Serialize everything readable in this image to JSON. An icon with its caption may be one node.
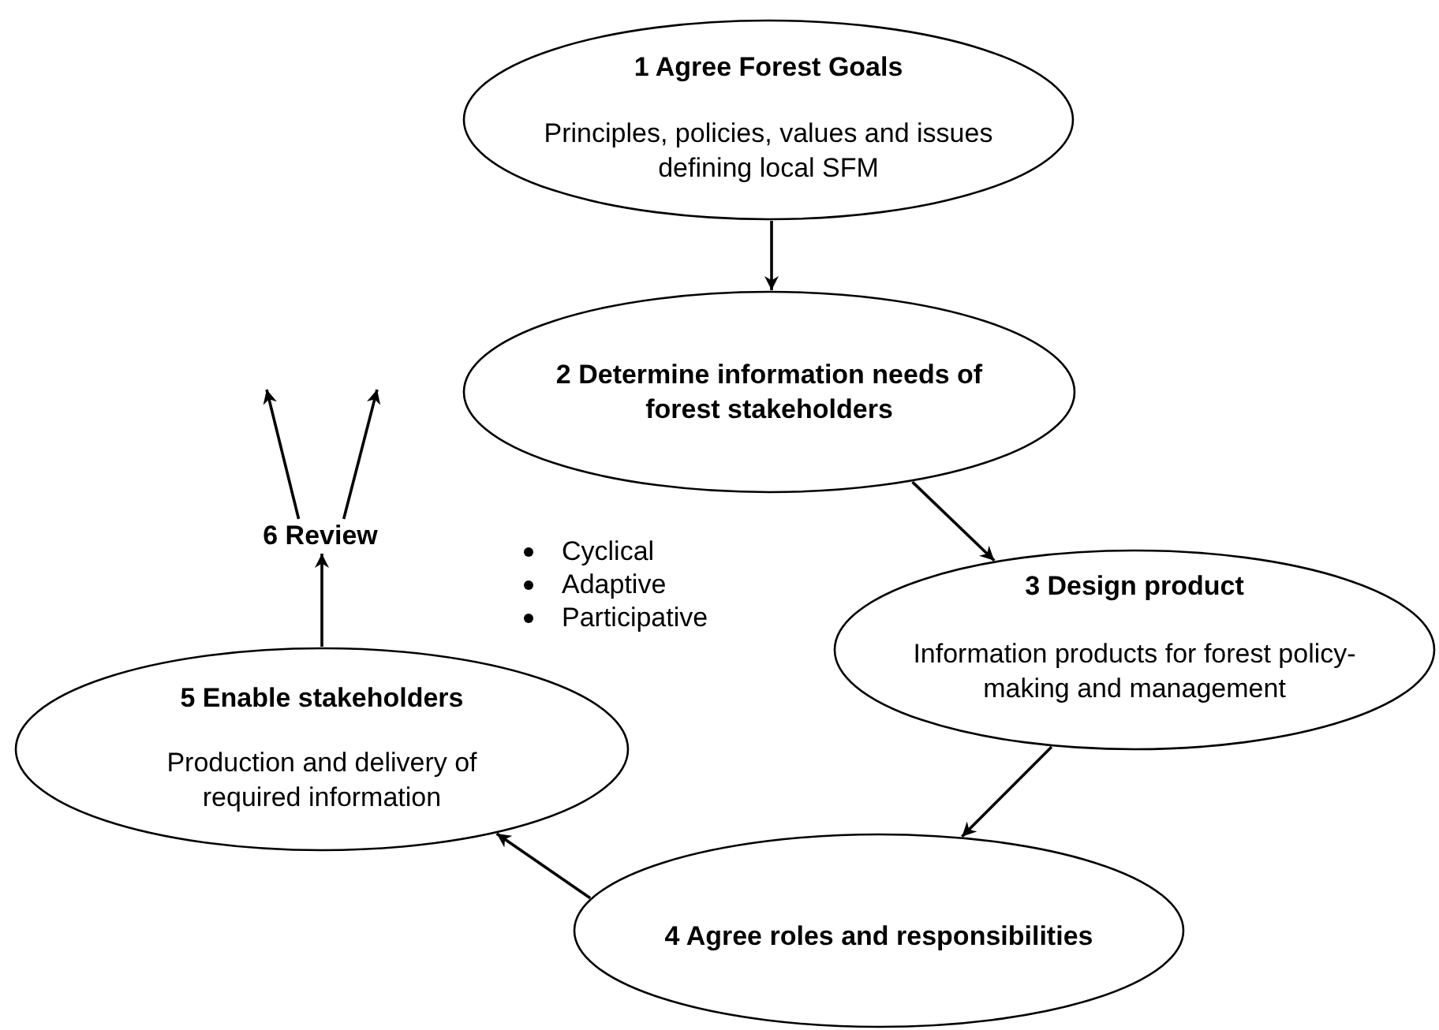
{
  "diagram": {
    "nodes": [
      {
        "text": [
          "1 Agree Forest Goals",
          "Principles, policies, values and issues defining local SFM"
        ]
      },
      {
        "text": [
          "2 Determine information needs of forest stakeholders"
        ]
      },
      {
        "text": [
          "3 Design product",
          "Information products for forest policy-making and management"
        ]
      },
      {
        "text": [
          "4 Agree roles and responsibilities"
        ]
      },
      {
        "text": [
          "5 Enable stakeholders",
          "Production and delivery of required information"
        ]
      },
      {
        "text": [
          "6 Review"
        ]
      }
    ],
    "edges": [
      {
        "from": 0,
        "to": 1,
        "arrow": "to"
      },
      {
        "from": 1,
        "to": 2,
        "arrow": "to"
      },
      {
        "from": 2,
        "to": 3,
        "arrow": "to"
      },
      {
        "from": 3,
        "to": 4,
        "arrow": "to"
      },
      {
        "from": 4,
        "to": 5,
        "arrow": "to"
      },
      {
        "from": 5,
        "to": null,
        "arrow": "to"
      },
      {
        "from": 5,
        "to": null,
        "arrow": "to"
      }
    ],
    "labels": [
      "Cyclical",
      "Adaptive",
      "Participative"
    ]
  }
}
